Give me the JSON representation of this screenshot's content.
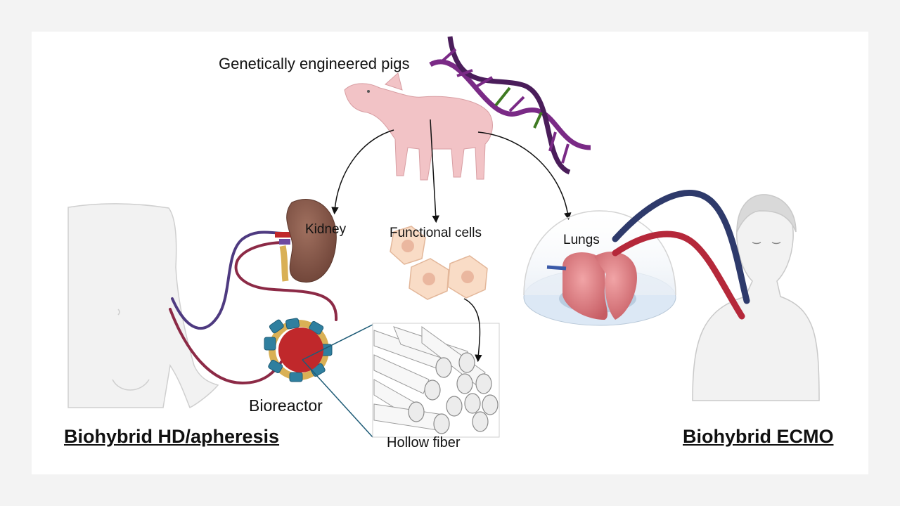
{
  "labels": {
    "pigs": "Genetically engineered pigs",
    "kidney": "Kidney",
    "cells": "Functional cells",
    "lungs": "Lungs",
    "bioreactor": "Bioreactor",
    "hollow_fiber": "Hollow fiber"
  },
  "titles": {
    "left": "Biohybrid HD/apheresis",
    "right": "Biohybrid ECMO"
  },
  "colors": {
    "venous": "#2e3a6b",
    "arterial": "#b5283a",
    "dna_purple": "#6b2a7a",
    "dna_green": "#3f7a22",
    "pig": "#f2c3c6",
    "kidney": "#8a5a4e",
    "cells": "#f9dcc6",
    "bioreactor": "#c0282b",
    "cuff": "#2f7f9f"
  },
  "icons": [
    "pig-illustration",
    "dna-helix-icon",
    "kidney-illustration",
    "cells-illustration",
    "lungs-illustration",
    "bioreactor-icon",
    "hollow-fiber-illustration",
    "human-body-outline",
    "human-head-shoulders"
  ]
}
